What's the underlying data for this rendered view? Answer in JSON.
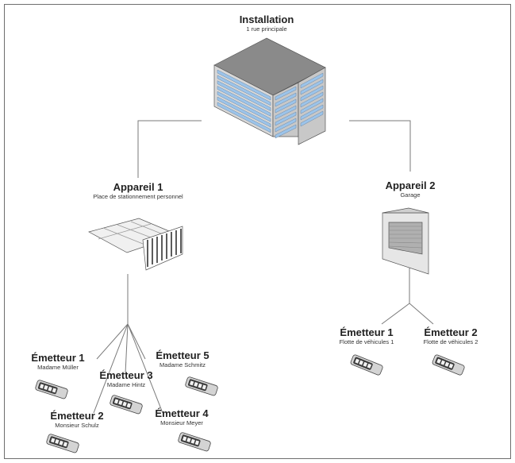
{
  "installation": {
    "title": "Installation",
    "subtitle": "1 rue principale"
  },
  "device1": {
    "title": "Appareil 1",
    "subtitle": "Place de stationnement personnel"
  },
  "device2": {
    "title": "Appareil 2",
    "subtitle": "Garage"
  },
  "transmitters1": [
    {
      "title": "Émetteur 1",
      "subtitle": "Madame Müller"
    },
    {
      "title": "Émetteur 2",
      "subtitle": "Monsieur Schulz"
    },
    {
      "title": "Émetteur 3",
      "subtitle": "Madame Hintz"
    },
    {
      "title": "Émetteur 4",
      "subtitle": "Monsieur Meyer"
    },
    {
      "title": "Émetteur 5",
      "subtitle": "Madame Schmitz"
    }
  ],
  "transmitters2": [
    {
      "title": "Émetteur 1",
      "subtitle": "Flotte de véhicules 1"
    },
    {
      "title": "Émetteur 2",
      "subtitle": "Flotte de véhicules 2"
    }
  ],
  "colors": {
    "line": "#7a7a7a",
    "window": "#9cc4ea",
    "roof": "#8a8a8a",
    "wall": "#d8d8d8"
  }
}
